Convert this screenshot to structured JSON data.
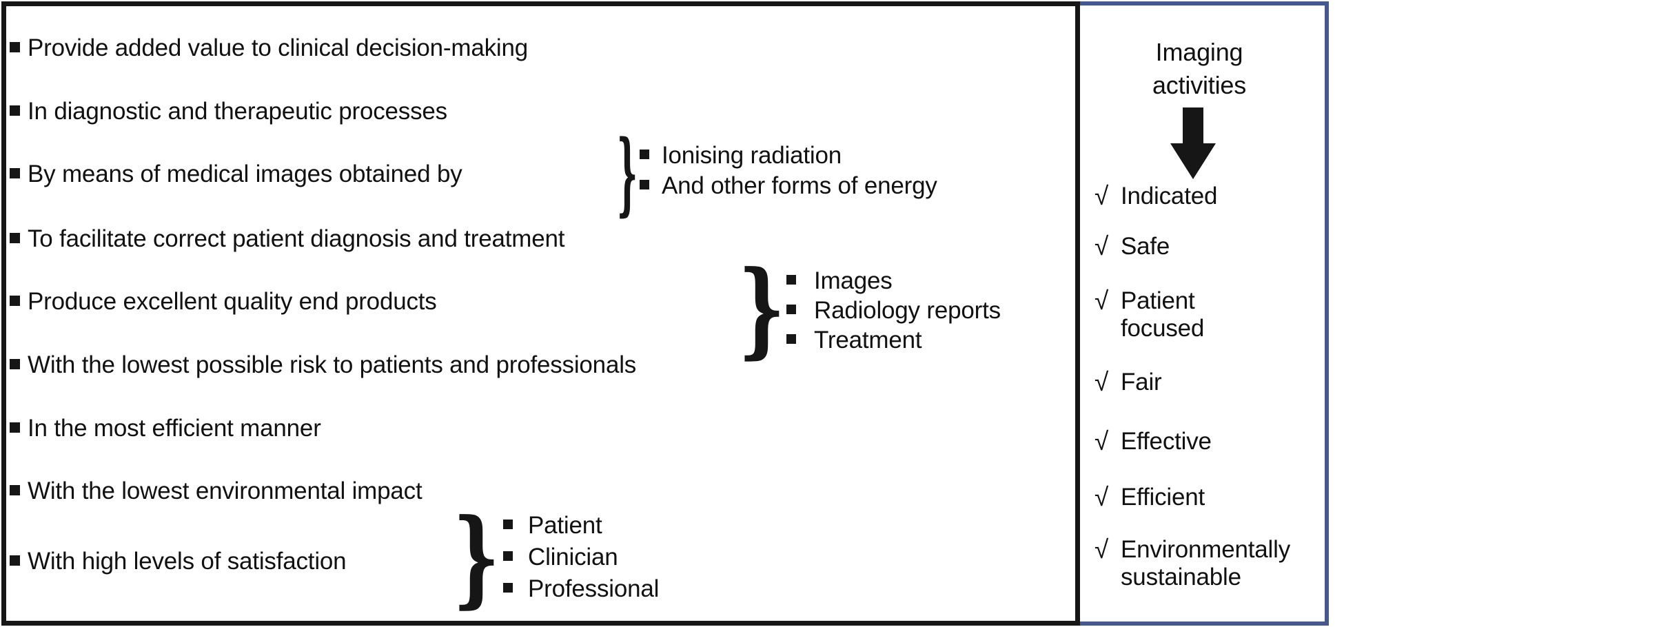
{
  "figure": {
    "main_panel": {
      "bullets": [
        "Provide added value to clinical decision-making",
        "In diagnostic and therapeutic processes",
        "By means of medical images obtained by",
        "To facilitate correct patient diagnosis and treatment",
        "Produce excellent quality end products",
        "With the lowest possible risk to patients and professionals",
        "In the most efficient manner",
        "With the lowest environmental impact",
        "With high levels of satisfaction"
      ],
      "brace_glyph": "}",
      "groups": [
        {
          "items": [
            "Ionising radiation",
            "And other forms of energy"
          ]
        },
        {
          "items": [
            "Images",
            "Radiology reports",
            "Treatment"
          ]
        },
        {
          "items": [
            "Patient",
            "Clinician",
            "Professional"
          ]
        }
      ]
    },
    "side_panel": {
      "title_line1": "Imaging",
      "title_line2": "activities",
      "check_glyph": "√",
      "items": [
        "Indicated",
        "Safe",
        "Patient\nfocused",
        "Fair",
        "Effective",
        "Efficient",
        "Environmentally\nsustainable"
      ]
    },
    "colors": {
      "ink": "#161616",
      "side_panel_border": "#47588e",
      "main_panel_border": "#161616",
      "background": "#ffffff"
    }
  }
}
